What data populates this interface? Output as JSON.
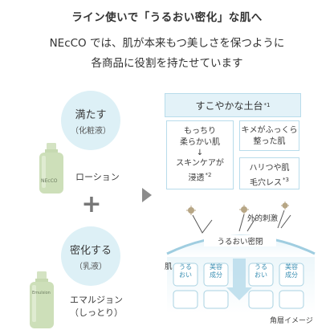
{
  "title": "ライン使いで「うるおい密化」な肌へ",
  "subtitle_line1": "NEcCO では、肌が本来もつ美しさを保つように",
  "subtitle_line2": "各商品に役割を持たせています",
  "step1": {
    "main": "満たす",
    "sub": "（化粧液）",
    "product_label": "ローション",
    "bottle_brand": "NEcCO"
  },
  "step2": {
    "main": "密化する",
    "sub": "（乳液）",
    "product_label_line1": "エマルジョン",
    "product_label_line2": "（しっとり）",
    "bottle_brand": "Emulsion"
  },
  "plus_sign": "+",
  "result": {
    "header": "すこやかな土台",
    "header_note": "*1",
    "card1_lines": [
      "もっちり",
      "柔らかい肌"
    ],
    "card1_arrow": "↓",
    "card1_lines_b": [
      "スキンケアが",
      "浸透"
    ],
    "card1_note": "*2",
    "card2_lines": [
      "キメがふっくら",
      "整った肌"
    ],
    "card3_lines": [
      "ハリつや肌",
      "毛穴レス"
    ],
    "card3_note": "*3"
  },
  "diagram": {
    "stress_label": "外的刺激",
    "barrier_label": "うるおい密閉",
    "skin_label": "肌",
    "cells": [
      "うる\nおい",
      "美容\n成分",
      "うる\nおい",
      "美容\n成分"
    ],
    "caption": "角層イメージ"
  },
  "colors": {
    "accent_light": "#ddf0f6",
    "accent_border": "#b8dceb",
    "bottle_green": "#b9d3a3"
  }
}
